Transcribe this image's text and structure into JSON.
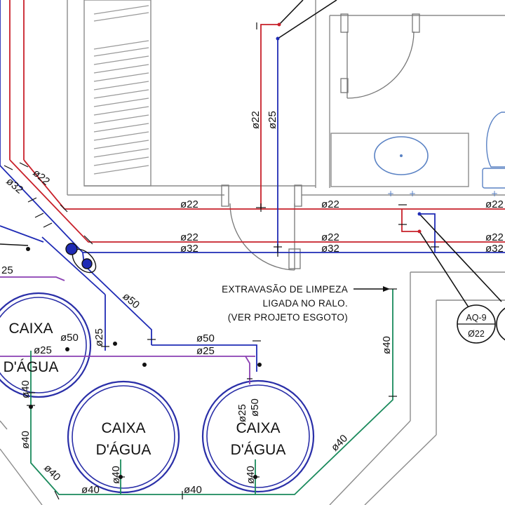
{
  "pipe_labels": {
    "top_red_vertical": "ø22",
    "top_blue_vertical": "ø25",
    "red_main_left": "ø22",
    "red_main_mid": "ø22",
    "red_main_right": "ø22",
    "red_second_left": "ø22",
    "red_second_mid": "ø22",
    "red_second_right": "ø22",
    "blue_second_left": "ø32",
    "blue_second_mid": "ø32",
    "blue_second_right": "ø32",
    "diag_red": "ø22",
    "diag_blue": "ø32",
    "diag_blue_lower": "ø50",
    "far_left_25": "25",
    "left_tank_50": "ø50",
    "left_tank_25_v": "ø25",
    "left_tank_25_h": "ø25",
    "hz_50": "ø50",
    "hz_25": "ø25",
    "right_tank_25": "ø25",
    "right_tank_50": "ø50",
    "green_left_40_a": "ø40",
    "green_left_40_b": "ø40",
    "green_left_40_diag": "ø40",
    "green_bottom_40_left": "ø40",
    "green_bottom_40_mid": "ø40",
    "green_mid_tank_40": "ø40",
    "green_right_tank_40": "ø40",
    "green_diag_40": "ø40",
    "green_vertical_40": "ø40"
  },
  "tanks": [
    {
      "line1": "CAIXA",
      "line2": "D'ÁGUA"
    },
    {
      "line1": "CAIXA",
      "line2": "D'ÁGUA"
    },
    {
      "line1": "CAIXA",
      "line2": "D'ÁGUA"
    }
  ],
  "note": {
    "line1": "EXTRAVASÃO DE LIMPEZA",
    "line2": "LIGADA NO RALO.",
    "line3": "(VER PROJETO ESGOTO)"
  },
  "tag_aq9": {
    "id": "AQ-9",
    "size": "Ø22"
  },
  "colors": {
    "cold_water": "#1f2bb5",
    "hot_water": "#c8202a",
    "overflow": "#8a3fb3",
    "drain": "#1a8a5c",
    "walls": "#8c8c8c",
    "fixtures": "#5a82c4"
  }
}
